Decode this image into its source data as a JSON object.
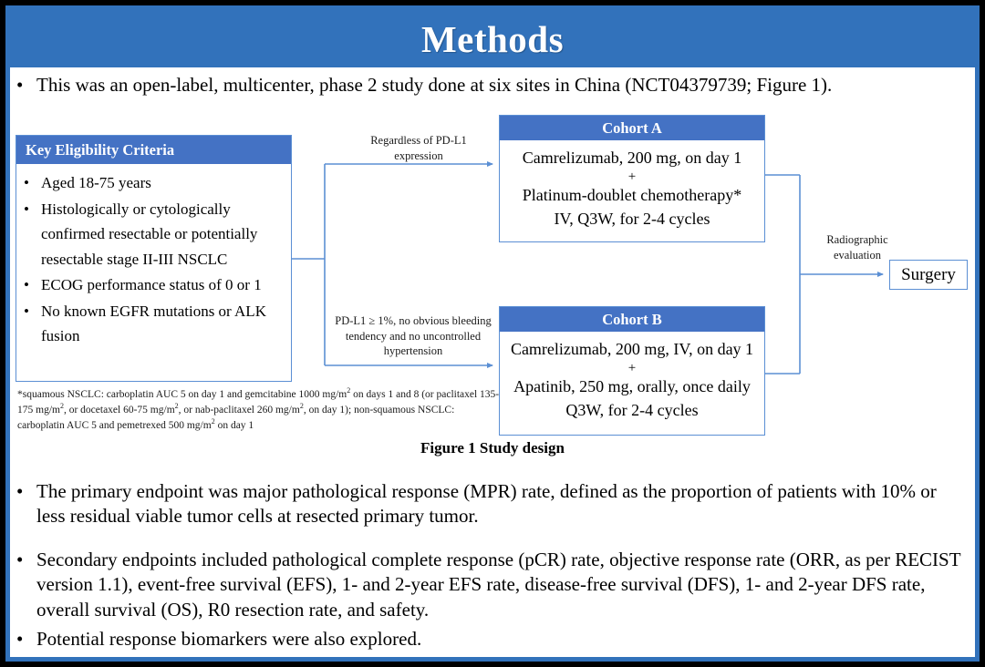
{
  "slide": {
    "title": "Methods",
    "title_bar_color": "#3272BB",
    "frame_border_color": "#3272BB",
    "background_color": "#000000",
    "box_header_color": "#4472C4",
    "connector_color": "#5B8FD4"
  },
  "intro": {
    "bullet": "•",
    "text": "This was an open-label, multicenter, phase 2 study done at six sites in China (NCT04379739; Figure 1)."
  },
  "figure": {
    "caption": "Figure 1 Study design",
    "eligibility": {
      "header": "Key  Eligibility Criteria",
      "bullet": "•",
      "items": [
        "Aged 18-75 years",
        "Histologically or cytologically confirmed resectable or potentially resectable stage II-III NSCLC",
        "ECOG performance status of 0 or 1",
        "No known EGFR mutations or ALK fusion"
      ]
    },
    "footnote": {
      "line1_pre": "*squamous NSCLC: carboplatin AUC 5 on day 1 and gemcitabine 1000 mg/m",
      "line1_sup": "2",
      "line1_post": " on days 1 and 8 (or paclitaxel 135-175 mg/m",
      "line2_sup": "2",
      "line2_post": ", or docetaxel 60-75 mg/m",
      "line3_sup": "2",
      "line3_post": ", or nab-paclitaxel 260 mg/m",
      "line4_sup": "2",
      "line4_post": ", on day 1); non-squamous NSCLC: carboplatin AUC 5 and pemetrexed 500 mg/m",
      "line5_sup": "2",
      "line5_post": " on day 1"
    },
    "cohort_a": {
      "header": "Cohort A",
      "line1": "Camrelizumab, 200 mg, on day 1",
      "plus": "+",
      "line2": "Platinum-doublet chemotherapy*",
      "line3": "IV, Q3W, for 2-4 cycles"
    },
    "cohort_b": {
      "header": "Cohort B",
      "line1": "Camrelizumab, 200 mg, IV, on day 1",
      "plus": "+",
      "line2": "Apatinib, 250 mg, orally, once daily",
      "line3": "Q3W, for 2-4 cycles"
    },
    "labels": {
      "regardless": "Regardless of PD-L1 expression",
      "pdl1": "PD-L1 ≥ 1%, no obvious bleeding tendency and no uncontrolled hypertension",
      "radiographic": "Radiographic evaluation"
    },
    "surgery": {
      "label": "Surgery"
    }
  },
  "endpoints": [
    {
      "bullet": "•",
      "text": "The primary endpoint was major pathological response (MPR) rate, defined as the proportion of patients with 10% or less residual viable tumor cells at resected primary tumor."
    },
    {
      "bullet": "•",
      "text": "Secondary endpoints included pathological complete response (pCR) rate, objective response rate (ORR, as per RECIST version 1.1), event-free survival (EFS), 1- and 2-year EFS rate, disease-free survival (DFS), 1- and 2-year DFS rate, overall survival (OS), R0 resection rate, and safety."
    },
    {
      "bullet": "•",
      "text": "Potential response biomarkers were also explored."
    }
  ]
}
